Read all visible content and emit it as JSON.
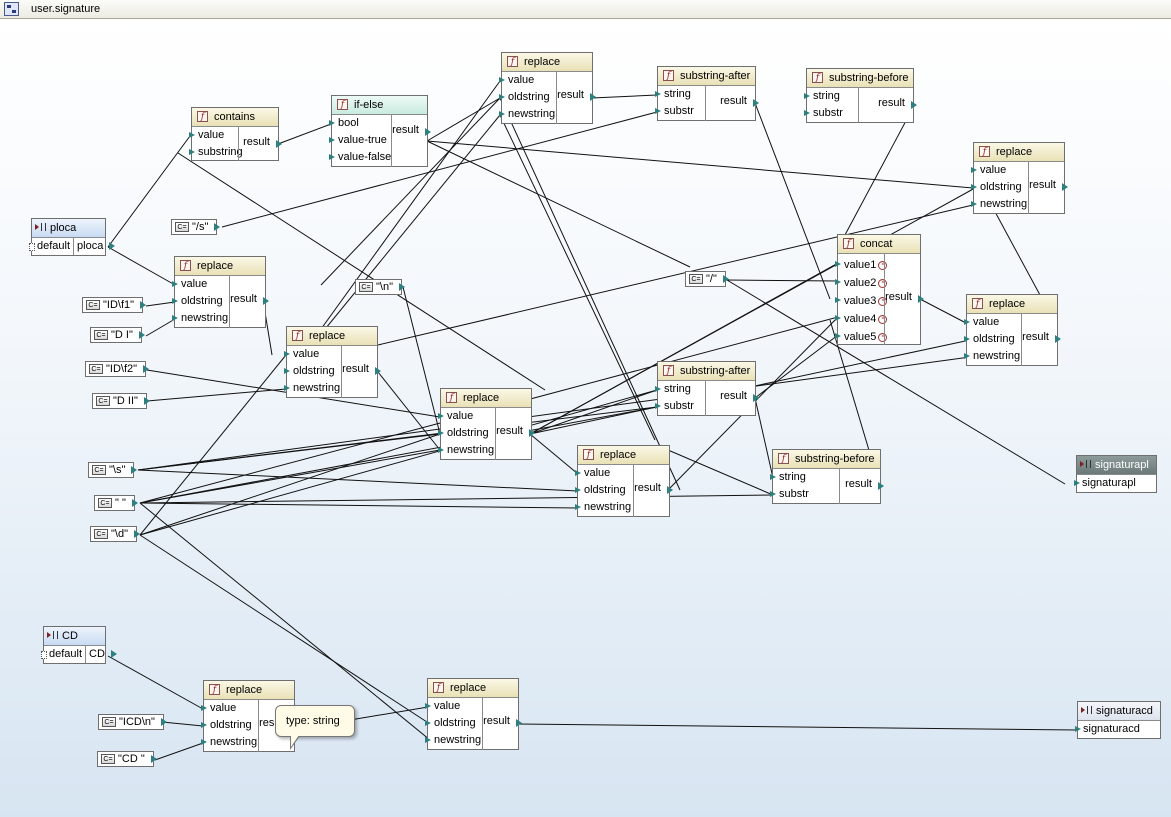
{
  "window": {
    "title": "user.signature"
  },
  "labels": {
    "value": "value",
    "oldstring": "oldstring",
    "newstring": "newstring",
    "result": "result",
    "substring": "substring",
    "bool": "bool",
    "value_true": "value-true",
    "value_false": "value-false",
    "string": "string",
    "substr": "substr",
    "default": "default",
    "value1": "value1",
    "value2": "value2",
    "value3": "value3",
    "value4": "value4",
    "value5": "value5"
  },
  "sources": {
    "ploca": {
      "title": "ploca",
      "port": "ploca"
    },
    "cd": {
      "title": "CD",
      "port": "CD"
    }
  },
  "targets": {
    "signaturapl": {
      "title": "signaturapl",
      "port": "signaturapl"
    },
    "signaturacd": {
      "title": "signaturacd",
      "port": "signaturacd"
    }
  },
  "functions": {
    "contains": "contains",
    "if_else": "if-else",
    "replace": "replace",
    "substring_after": "substring-after",
    "substring_before": "substring-before",
    "concat": "concat"
  },
  "constants": {
    "c_s_slash": "\"/s\"",
    "c_idf1": "\"ID\\f1\"",
    "c_dI": "\"D I\"",
    "c_n": "\"\\n\"",
    "c_idf2": "\"ID\\f2\"",
    "c_dII": "\"D II\"",
    "c_slash": "\"/\"",
    "c_bs_s": "\"\\s\"",
    "c_space": "\" \"",
    "c_d": "\"\\d\"",
    "c_icdn": "\"ICD\\n\"",
    "c_cd": "\"CD \""
  },
  "tooltip": {
    "text": "type: string"
  },
  "badges": {
    "const": "C="
  },
  "colors": {
    "port": "#2e7f7f",
    "func_header": "#e9e1b6",
    "ifelse_header": "#c8ebe0",
    "source_header": "#c8dbf3"
  }
}
